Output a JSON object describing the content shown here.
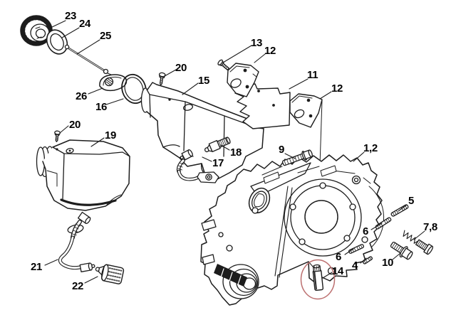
{
  "diagram": {
    "description": "Exploded parts illustration of a chainsaw crankcase and fuel tank assembly",
    "background_color": "#ffffff",
    "line_color": "#1c1c1c",
    "highlight": {
      "color": "#bc6f6f",
      "circled_part_label": "14"
    },
    "labels": [
      {
        "text": "23"
      },
      {
        "text": "24"
      },
      {
        "text": "25"
      },
      {
        "text": "26"
      },
      {
        "text": "16"
      },
      {
        "text": "20"
      },
      {
        "text": "15"
      },
      {
        "text": "13"
      },
      {
        "text": "12"
      },
      {
        "text": "11"
      },
      {
        "text": "12"
      },
      {
        "text": "9"
      },
      {
        "text": "1,2"
      },
      {
        "text": "5"
      },
      {
        "text": "6"
      },
      {
        "text": "7,8"
      },
      {
        "text": "10"
      },
      {
        "text": "6"
      },
      {
        "text": "4"
      },
      {
        "text": "14"
      },
      {
        "text": "17"
      },
      {
        "text": "18"
      },
      {
        "text": "19"
      },
      {
        "text": "20"
      },
      {
        "text": "21"
      },
      {
        "text": "22"
      }
    ]
  }
}
